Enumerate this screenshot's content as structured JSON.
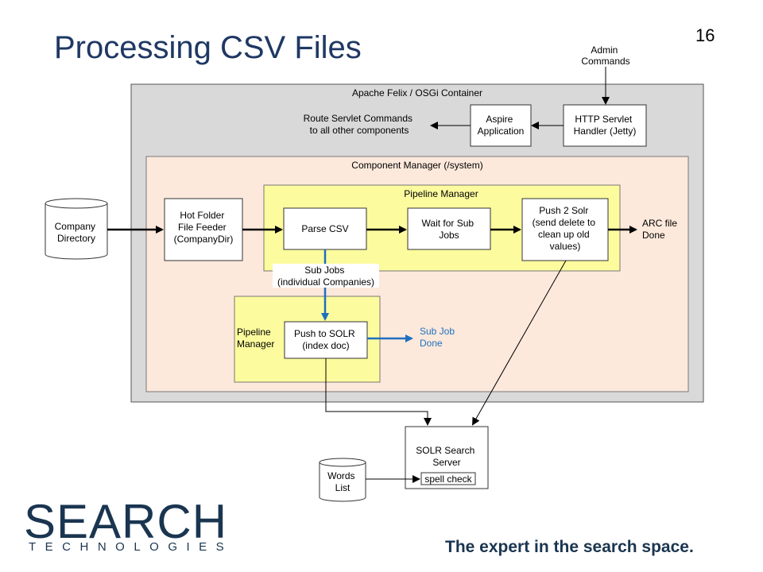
{
  "slide": {
    "title": "Processing CSV Files",
    "page_number": "16",
    "tagline": "The expert in the search space.",
    "logo": {
      "word": "SEARCH",
      "sub": "TECHNOLOGIES"
    }
  },
  "diagram": {
    "admin_commands": [
      "Admin",
      "Commands"
    ],
    "felix_container": "Apache Felix / OSGi Container",
    "http_servlet": [
      "HTTP Servlet",
      "Handler (Jetty)"
    ],
    "aspire_app": [
      "Aspire",
      "Application"
    ],
    "route_servlet": [
      "Route Servlet Commands",
      "to all other components"
    ],
    "component_manager": "Component Manager (/system)",
    "pipeline_manager_top": "Pipeline Manager",
    "company_directory": [
      "Company",
      "Directory"
    ],
    "hot_folder": [
      "Hot Folder",
      "File Feeder",
      "(CompanyDir)"
    ],
    "parse_csv": "Parse CSV",
    "wait_sub_jobs": [
      "Wait for Sub",
      "Jobs"
    ],
    "push2solr": [
      "Push 2 Solr",
      "(send delete to",
      "clean up old",
      "values)"
    ],
    "arc_file_done": [
      "ARC file",
      "Done"
    ],
    "sub_jobs": [
      "Sub Jobs",
      "(individual Companies)"
    ],
    "pipeline_manager_bottom": [
      "Pipeline",
      "Manager"
    ],
    "push_to_solr": [
      "Push to SOLR",
      "(index doc)"
    ],
    "sub_job_done": [
      "Sub Job",
      "Done"
    ],
    "solr_search_server": [
      "SOLR Search",
      "Server"
    ],
    "spell_check": "spell check",
    "words_list": [
      "Words",
      "List"
    ]
  },
  "colors": {
    "title": "#1f3864",
    "container_gray": "#d9d9d9",
    "component_peach": "#fde9dc",
    "pipeline_yellow": "#fcfb9e",
    "blue_flow": "#1f6fbf"
  }
}
